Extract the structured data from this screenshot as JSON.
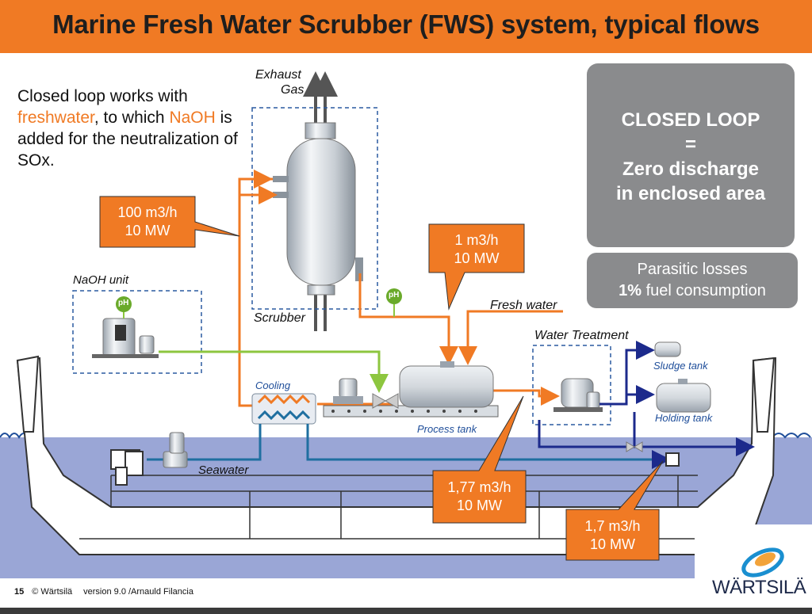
{
  "title": "Marine Fresh Water Scrubber (FWS) system, typical flows",
  "intro": {
    "part1": "Closed loop works with ",
    "freshwater": "freshwater",
    "part2": ", to which ",
    "naoh": "NaOH",
    "part3": " is added for the neutralization of SOx."
  },
  "closed_loop": {
    "line1": "CLOSED LOOP",
    "line2": "=",
    "line3": "Zero discharge",
    "line4": "in enclosed area"
  },
  "parasitic": {
    "line1": "Parasitic losses",
    "bold": "1%",
    "line2_rest": " fuel consumption"
  },
  "callouts": {
    "scrubber_flow": {
      "line1": "100 m3/h",
      "line2": "10 MW"
    },
    "fresh_flow": {
      "line1": "1 m3/h",
      "line2": "10 MW"
    },
    "process_out": {
      "line1": "1,77 m3/h",
      "line2": "10 MW"
    },
    "discharge": {
      "line1": "1,7 m3/h",
      "line2": "10 MW"
    }
  },
  "labels": {
    "exhaust_gas_1": "Exhaust",
    "exhaust_gas_2": "Gas",
    "scrubber": "Scrubber",
    "naoh_unit": "NaOH unit",
    "fresh_water": "Fresh water",
    "water_treatment": "Water Treatment",
    "cooling": "Cooling",
    "process_tank": "Process tank",
    "sludge_tank": "Sludge tank",
    "holding_tank": "Holding tank",
    "seawater": "Seawater",
    "ph": "pH"
  },
  "footer": {
    "page": "15",
    "copyright": "© Wärtsilä",
    "version": "version 9.0 /Arnauld Filancia"
  },
  "logo": "WÄRTSILÄ",
  "colors": {
    "accent": "#f07a24",
    "grey_box": "#8a8b8d",
    "sea": "#9aa6d6",
    "seawater_line": "#1f6fa0",
    "navy_line": "#1c2a8c",
    "naoh_line": "#8dc63f"
  }
}
